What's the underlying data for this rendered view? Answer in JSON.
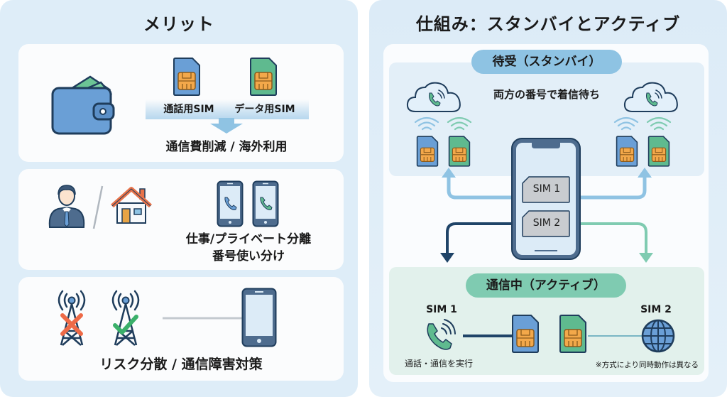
{
  "left_panel": {
    "title": "メリット",
    "card1": {
      "sim_voice_label": "通話用SIM",
      "sim_data_label": "データ用SIM",
      "result": "通信費削減 / 海外利用"
    },
    "card2": {
      "line1": "仕事/プライベート分離",
      "line2": "番号使い分け"
    },
    "card3": {
      "result": "リスク分散 / 通信障害対策"
    }
  },
  "right_panel": {
    "title": "仕組み：スタンバイとアクティブ",
    "standby": {
      "pill": "待受（スタンバイ）",
      "caption": "両方の番号で着信待ち"
    },
    "phone": {
      "slot1": "SIM 1",
      "slot2": "SIM 2"
    },
    "active": {
      "pill": "通信中（アクティブ）",
      "sim1_label": "SIM 1",
      "sim2_label": "SIM 2",
      "action_caption": "通話・通信を実行",
      "note": "※方式により同時動作は異なる"
    }
  },
  "colors": {
    "sim_blue": "#6a9fd6",
    "sim_green": "#5fba8f",
    "chip_orange": "#f3a84a",
    "outline_navy": "#1f3d5c",
    "arrow_light": "#8fc3e3",
    "arrow_dark": "#1f4468",
    "arrow_green": "#7fcbb1",
    "cross_red": "#ee6a47",
    "check_green": "#3bb06a"
  }
}
